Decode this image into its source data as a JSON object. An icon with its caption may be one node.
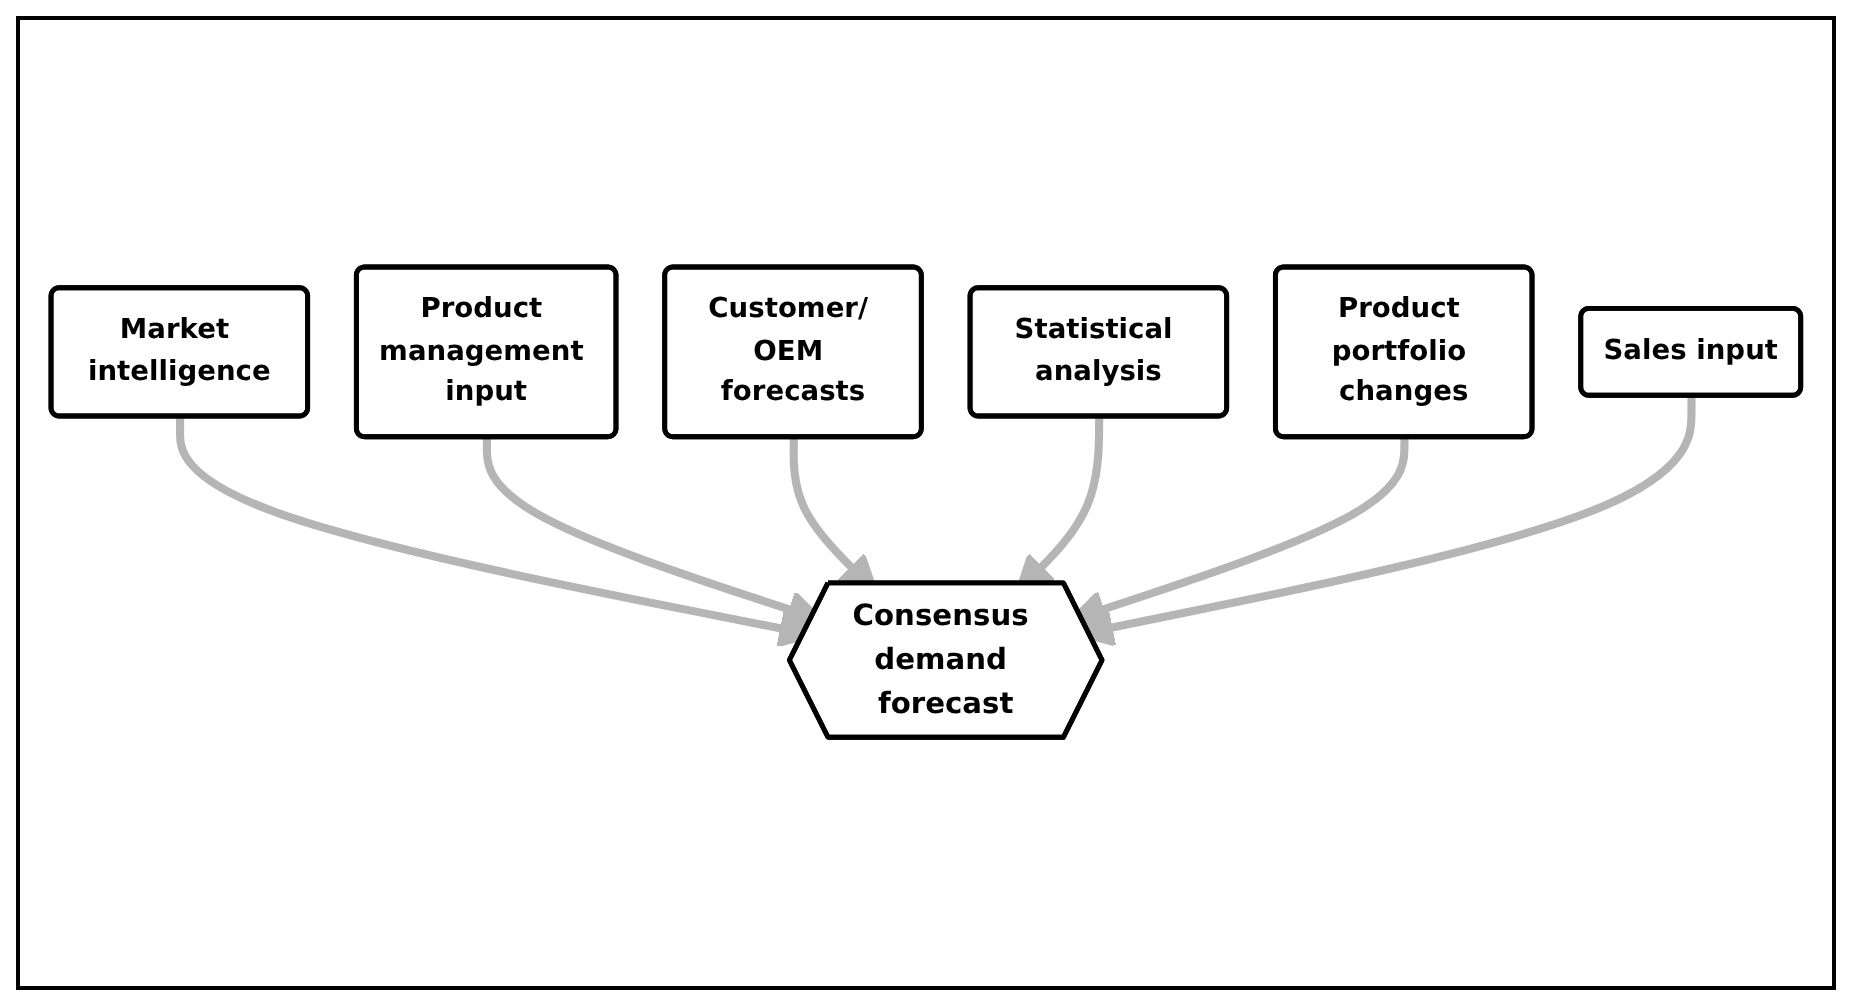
{
  "diagram": {
    "nodes": [
      {
        "text": [
          "Market intelligence"
        ]
      },
      {
        "text": [
          "Product management input"
        ]
      },
      {
        "text": [
          "Customer/ OEM forecasts"
        ]
      },
      {
        "text": [
          "Statistical analysis"
        ]
      },
      {
        "text": [
          "Consensus demand forecast"
        ]
      },
      {
        "text": [
          "Product portfolio changes"
        ]
      },
      {
        "text": [
          "Sales input"
        ]
      }
    ],
    "edges": [
      {
        "from": 0,
        "to": 4,
        "arrow": "to"
      },
      {
        "from": 1,
        "to": 4,
        "arrow": "to"
      },
      {
        "from": 2,
        "to": 4,
        "arrow": "to"
      },
      {
        "from": 3,
        "to": 4,
        "arrow": "to"
      },
      {
        "from": 5,
        "to": 4,
        "arrow": "to"
      },
      {
        "from": 6,
        "to": 4,
        "arrow": "to"
      }
    ]
  }
}
